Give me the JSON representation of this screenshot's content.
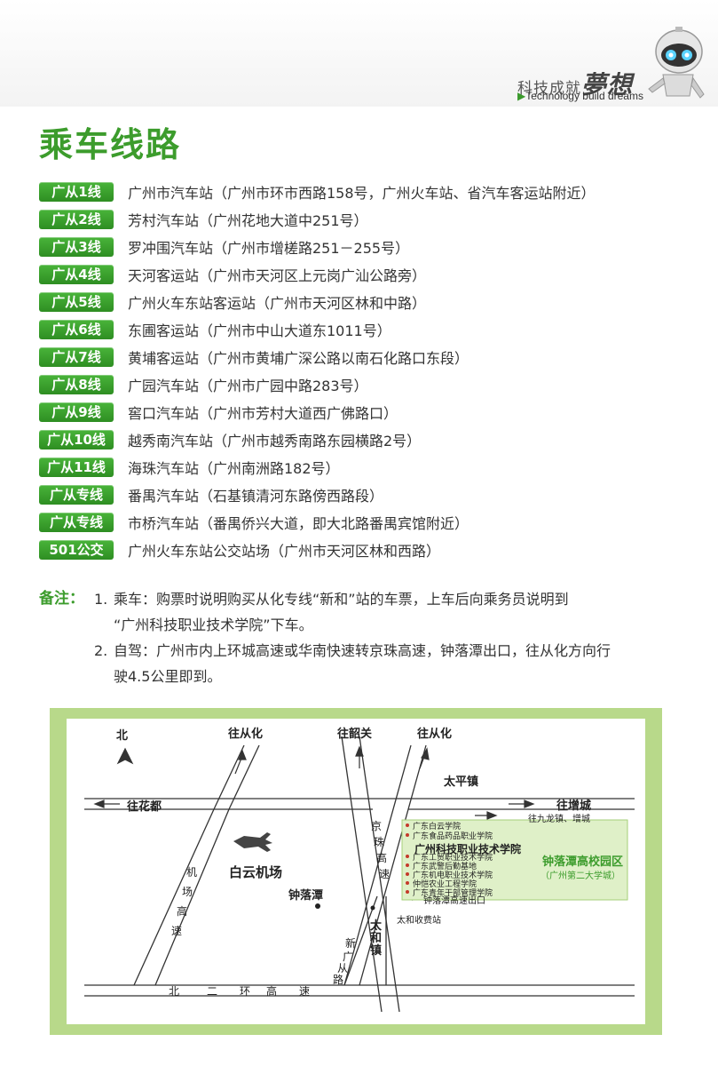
{
  "header": {
    "logo_cn": "科技成就",
    "logo_cn_art": "夢想",
    "logo_en": "Technology build dreams"
  },
  "title": "乘车线路",
  "routes": [
    {
      "tag": "广从1线",
      "desc": "广州市汽车站（广州市环市西路158号，广州火车站、省汽车客运站附近）"
    },
    {
      "tag": "广从2线",
      "desc": "芳村汽车站（广州花地大道中251号）"
    },
    {
      "tag": "广从3线",
      "desc": "罗冲围汽车站（广州市增槎路251－255号）"
    },
    {
      "tag": "广从4线",
      "desc": "天河客运站（广州市天河区上元岗广汕公路旁）"
    },
    {
      "tag": "广从5线",
      "desc": "广州火车东站客运站（广州市天河区林和中路）"
    },
    {
      "tag": "广从6线",
      "desc": "东圃客运站（广州市中山大道东1011号）"
    },
    {
      "tag": "广从7线",
      "desc": "黄埔客运站（广州市黄埔广深公路以南石化路口东段）"
    },
    {
      "tag": "广从8线",
      "desc": "广园汽车站（广州市广园中路283号）"
    },
    {
      "tag": "广从9线",
      "desc": "窖口汽车站（广州市芳村大道西广佛路口）"
    },
    {
      "tag": "广从10线",
      "desc": "越秀南汽车站（广州市越秀南路东园横路2号）"
    },
    {
      "tag": "广从11线",
      "desc": "海珠汽车站（广州南洲路182号）"
    },
    {
      "tag": "广从专线",
      "desc": "番禺汽车站（石基镇清河东路傍西路段）"
    },
    {
      "tag": "广从专线",
      "desc": "市桥汽车站（番禺侨兴大道，即大北路番禺宾馆附近）"
    },
    {
      "tag": "501公交",
      "desc": "广州火车东站公交站场（广州市天河区林和西路）"
    }
  ],
  "notes": {
    "label": "备注：",
    "items": [
      {
        "num": "1.",
        "lines": [
          "乘车：购票时说明购买从化专线“新和”站的车票，上车后向乘务员说明到",
          "“广州科技职业技术学院”下车。"
        ]
      },
      {
        "num": "2.",
        "lines": [
          "自驾：广州市内上环城高速或华南快速转京珠高速，钟落潭出口，往从化方向行",
          "驶4.5公里即到。"
        ]
      }
    ]
  },
  "map": {
    "north": "北",
    "to_conghua_1": "往从化",
    "to_shaoguan": "往韶关",
    "to_conghua_2": "往从化",
    "taiping": "太平镇",
    "to_huadu": "往花都",
    "to_zengcheng": "往增城",
    "to_jiulong": "往九龙镇、增城",
    "jingzhu_1": "京",
    "jingzhu_2": "珠",
    "jingzhu_3": "高",
    "jingzhu_4": "速",
    "airport_expressway": [
      "机",
      "场",
      "高",
      "速"
    ],
    "baiyun_airport": "白云机场",
    "zhongluotan": "钟落潭",
    "xinguang": [
      "新",
      "广",
      "从",
      "路"
    ],
    "taihe_town": [
      "太",
      "和",
      "镇"
    ],
    "taihe_toll": "太和收费站",
    "zlt_exit": "钟落潭高速出口",
    "beier_ring": [
      "北",
      "二",
      "环",
      "高",
      "速"
    ],
    "campus_name": "钟落潭高校园区",
    "campus_sub": "（广州第二大学城）",
    "college_main": "广州科技职业技术学院",
    "colleges": [
      "广东白云学院",
      "广东食品药品职业学院",
      "广东工贸职业技术学院",
      "广东武警后勤基地",
      "广东机电职业技术学院",
      "仲恺农业工程学院",
      "广东青年干部管理学院"
    ]
  },
  "colors": {
    "green": "#3c9c2c",
    "map_frame": "#b8d98a",
    "campus": "#dff0c8"
  }
}
